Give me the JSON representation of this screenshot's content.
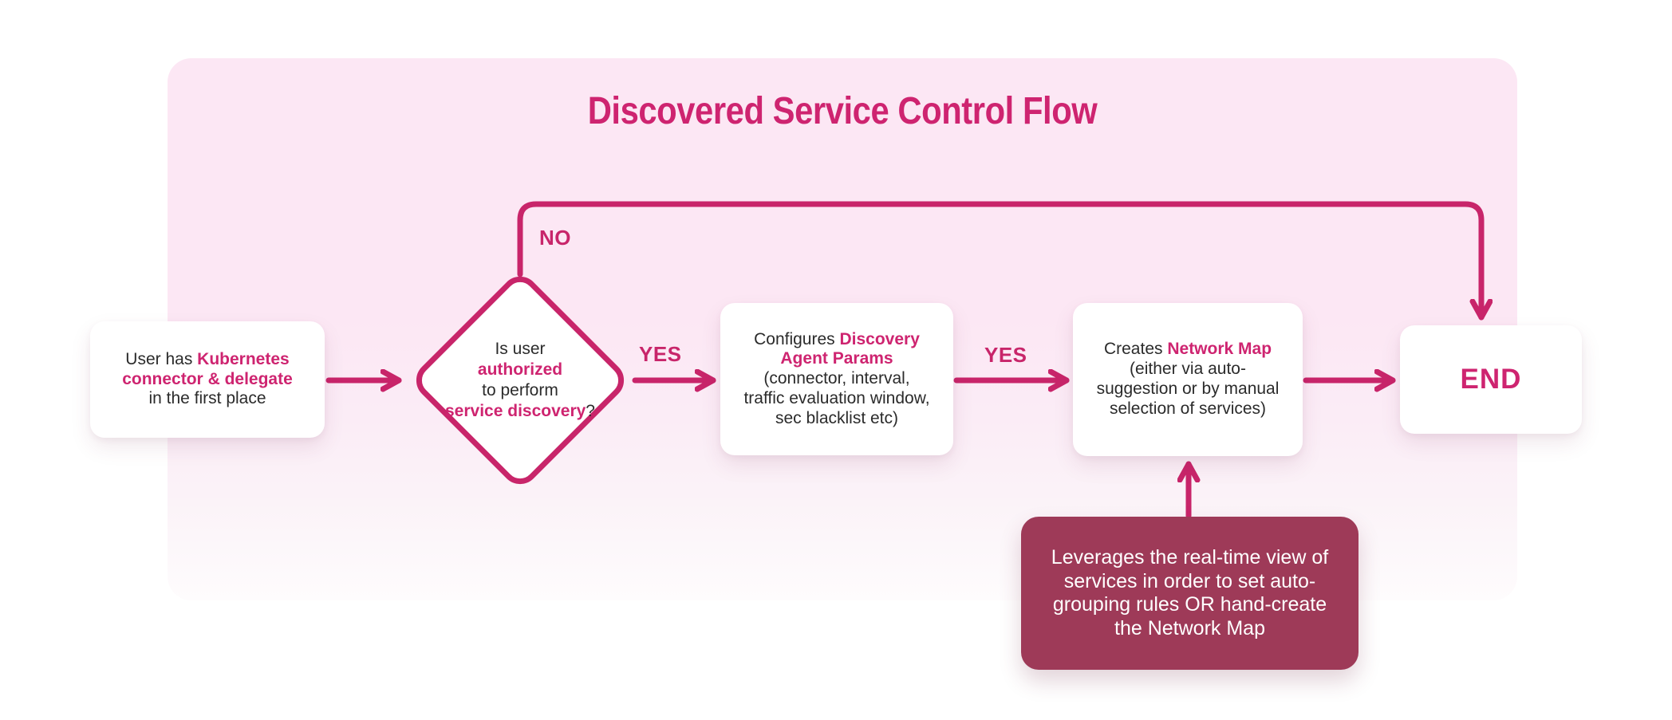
{
  "theme": {
    "accent_line": "#c8256a",
    "accent_text": "#ce2470",
    "container_pink": "#fce7f4",
    "note_background": "#9e3a58",
    "note_text_color": "#ffffff",
    "card_background": "#ffffff",
    "body_text_color": "#2b2b2b",
    "page_background": "#ffffff"
  },
  "header": {
    "title": "Discovered Service Control Flow"
  },
  "nodes": {
    "start": {
      "plain1": "User has ",
      "bold_line1": "Kubernetes",
      "bold_line2": "connector & delegate",
      "plain2": "in the first place"
    },
    "decision": {
      "line1": "Is user",
      "line2_bold": "authorized",
      "line3": "to perform",
      "line4_bold": "service discovery",
      "line4_suffix": "?"
    },
    "configure": {
      "plain1": "Configures ",
      "bold_line1": "Discovery",
      "bold_line2": "Agent Params",
      "line3": "(connector, interval,",
      "line4": "traffic evaluation window,",
      "line5": "sec blacklist etc)"
    },
    "create": {
      "plain1": "Creates ",
      "bold1": "Network Map",
      "line2": "(either via auto-",
      "line3": "suggestion or by manual",
      "line4": "selection of services)"
    },
    "end": {
      "label": "END"
    },
    "note": {
      "lines": [
        "Leverages the real-time view of",
        "services in order to set auto-",
        "grouping rules OR hand-create",
        "the Network Map"
      ]
    }
  },
  "edges": {
    "yes1_label": "YES",
    "yes2_label": "YES",
    "no_label": "NO"
  }
}
